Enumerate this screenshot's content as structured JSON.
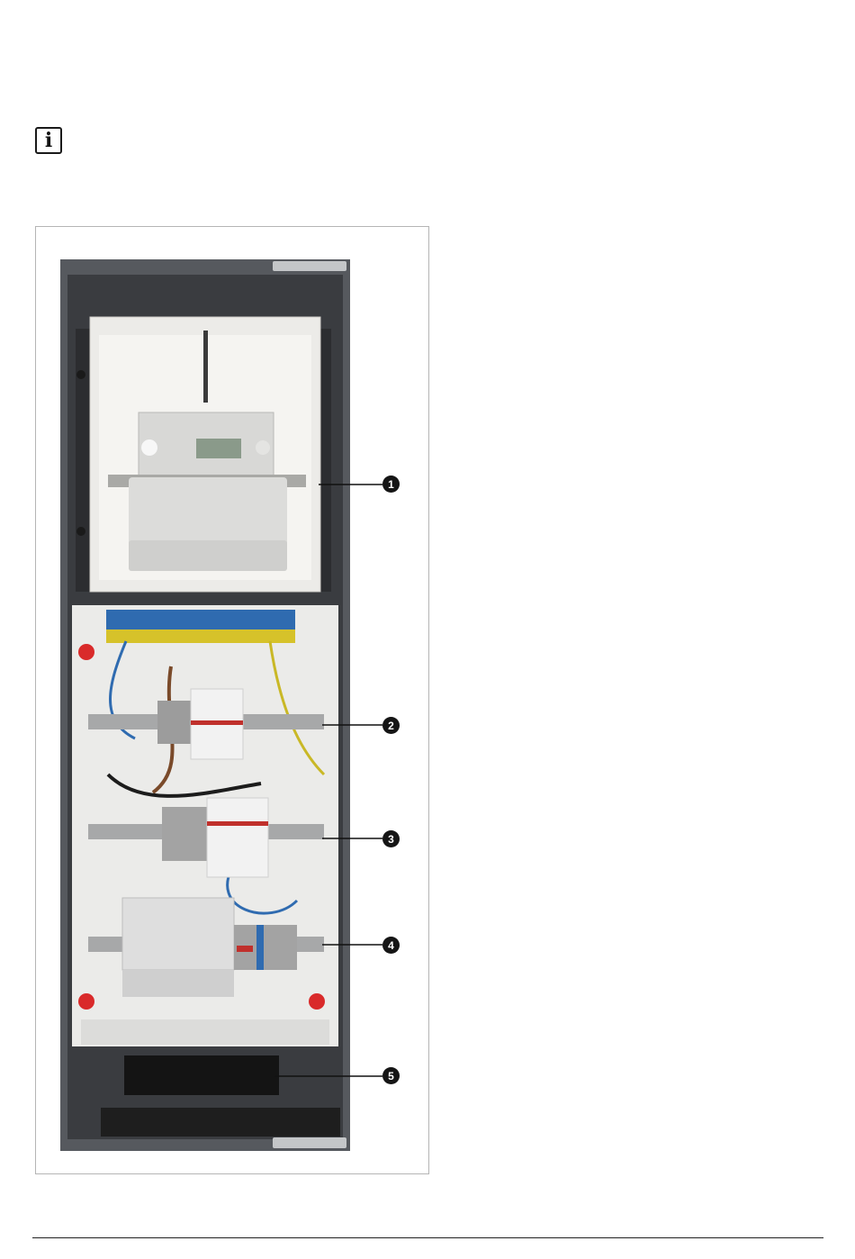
{
  "info_icon": {
    "icon": "info-icon",
    "glyph": "i"
  },
  "figure": {
    "callouts": [
      {
        "number": "1"
      },
      {
        "number": "2"
      },
      {
        "number": "3"
      },
      {
        "number": "4"
      },
      {
        "number": "5"
      }
    ]
  },
  "colors": {
    "cabinet": "#54575c",
    "meter_box": "#ecebe8",
    "callout": "#151515",
    "frame_border": "#b5b5b5"
  }
}
